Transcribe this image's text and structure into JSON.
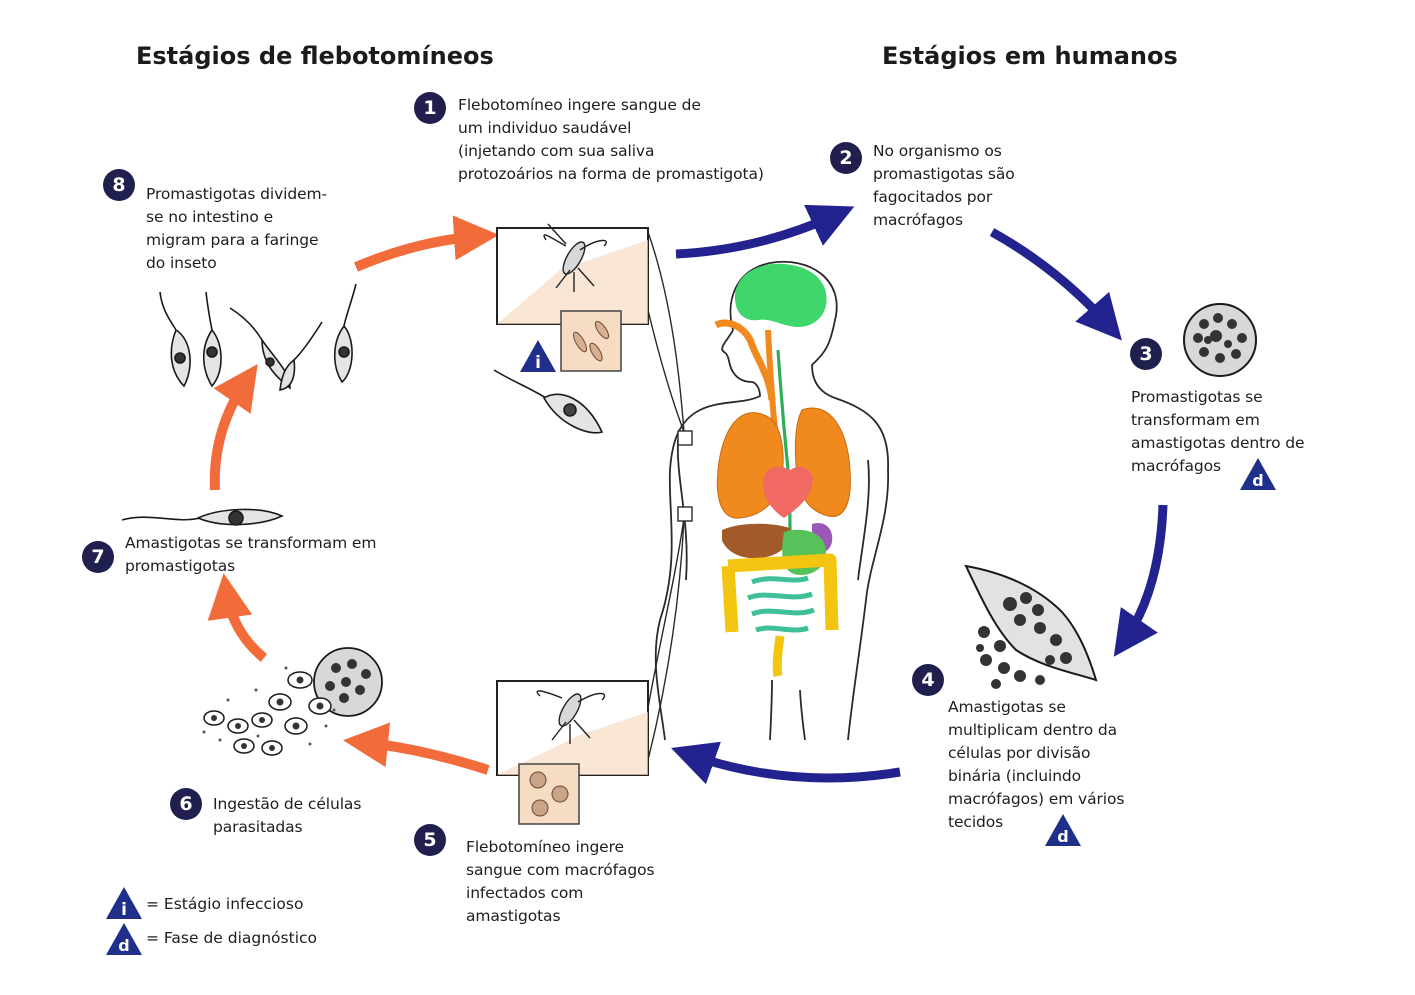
{
  "headings": {
    "left": "Estágios de flebotomíneos",
    "right": "Estágios em humanos"
  },
  "steps": [
    {
      "number": "1",
      "text": "Flebotomíneo ingere sangue de\num individuo saudável\n(injetando com sua saliva\nprotozoários na forma de promastigota)"
    },
    {
      "number": "2",
      "text": "No organismo os\npromastigotas são\nfagocitados por\nmacrófagos"
    },
    {
      "number": "3",
      "text": "Promastigotas se\ntransformam em\namastigotas dentro de\nmacrófagos"
    },
    {
      "number": "4",
      "text": "Amastigotas se\nmultiplicam dentro da\ncélulas por divisão\nbinária (incluindo\nmacrófagos) em vários\ntecidos"
    },
    {
      "number": "5",
      "text": "Flebotomíneo ingere\nsangue com macrófagos\ninfectados com\namastigotas"
    },
    {
      "number": "6",
      "text": "Ingestão de células\nparasitadas"
    },
    {
      "number": "7",
      "text": "Amastigotas se transformam em\npromastigotas"
    },
    {
      "number": "8",
      "text": "Promastigotas dividem-\nse no intestino e\nmigram para a faringe\ndo inseto"
    }
  ],
  "markers": {
    "infective_letter": "i",
    "diagnostic_letter": "d"
  },
  "legend": [
    {
      "letter": "i",
      "text": "=  Estágio infeccioso"
    },
    {
      "letter": "d",
      "text": "=  Fase de diagnóstico"
    }
  ],
  "colors": {
    "human_arrows": "#23238f",
    "insect_arrows": "#f26b3a",
    "step_circle": "#20204f",
    "marker_triangle": "#1f2f8a",
    "brain": "#3fd66b",
    "lungs": "#f08a1e",
    "heart": "#f06a63",
    "liver": "#a35a2a",
    "stomach": "#58c25a",
    "intestine": "#f3c410",
    "small_intestine": "#3dbf97",
    "spleen": "#9b59b6",
    "inset_bg": "#f6dcc3"
  }
}
